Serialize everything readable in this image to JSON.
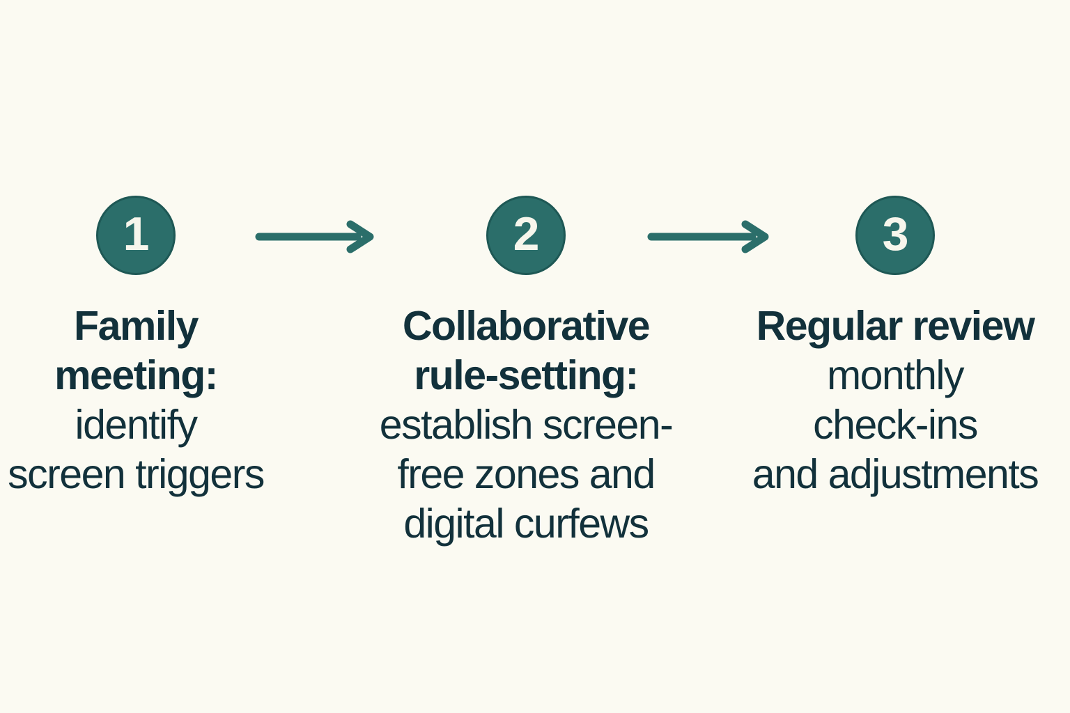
{
  "colors": {
    "bg": "#FBFAF2",
    "circle": "#2B6E6A",
    "circle-edge": "#1E5855",
    "arrow": "#2B6E6A",
    "text": "#12313B",
    "number": "#F7F6EC"
  },
  "icons": [
    {
      "name": "right-arrow-icon",
      "glyph": "→"
    },
    {
      "name": "right-arrow-icon",
      "glyph": "→"
    }
  ],
  "steps": [
    {
      "number": "1",
      "title": "Family meeting:",
      "title_lines": [
        "Family",
        "meeting:"
      ],
      "description": "identify screen triggers",
      "desc_lines": [
        "identify",
        "screen triggers"
      ]
    },
    {
      "number": "2",
      "title": "Collaborative rule-setting:",
      "title_lines": [
        "Collaborative",
        "rule-setting:"
      ],
      "description": "establish screen-free zones and digital curfews",
      "desc_lines": [
        "establish screen-",
        "free zones and",
        "digital curfews"
      ]
    },
    {
      "number": "3",
      "title": "Regular review",
      "title_lines": [
        "Regular review"
      ],
      "description": "monthly check-ins and adjustments",
      "desc_lines": [
        "monthly",
        "check-ins",
        "and adjustments"
      ]
    }
  ]
}
